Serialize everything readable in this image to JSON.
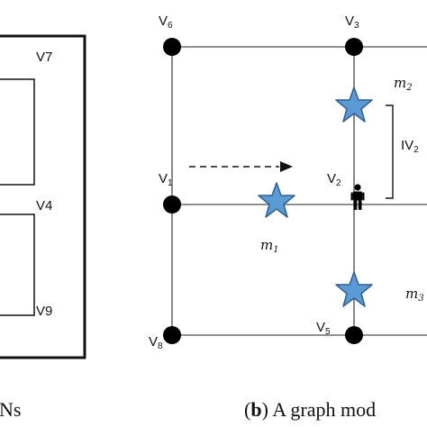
{
  "panel_a": {
    "labels": [
      "V7",
      "V4",
      "V9"
    ],
    "caption_fragment": "Ns"
  },
  "panel_b": {
    "vertices": {
      "v6": {
        "letter": "V",
        "sub": "6"
      },
      "v3": {
        "letter": "V",
        "sub": "3"
      },
      "v1": {
        "letter": "V",
        "sub": "1"
      },
      "v2": {
        "letter": "V",
        "sub": "2"
      },
      "v8": {
        "letter": "V",
        "sub": "8"
      },
      "v5": {
        "letter": "V",
        "sub": "5"
      }
    },
    "masses": {
      "m1": {
        "letter": "m",
        "sub": "1"
      },
      "m2": {
        "letter": "m",
        "sub": "2"
      },
      "m3": {
        "letter": "m",
        "sub": "3"
      }
    },
    "brace_label": {
      "prefix": "IV",
      "sub": "2"
    },
    "caption_bold": "b",
    "caption_rest": ") A graph mod"
  },
  "colors": {
    "line": "#6b6b6b",
    "vertex": "#000000",
    "star_fill": "#5b9bd5",
    "star_stroke": "#2f5f8f"
  },
  "icons": {
    "person": "person-icon",
    "star": "star-icon",
    "arrow": "dashed-arrow-icon"
  }
}
